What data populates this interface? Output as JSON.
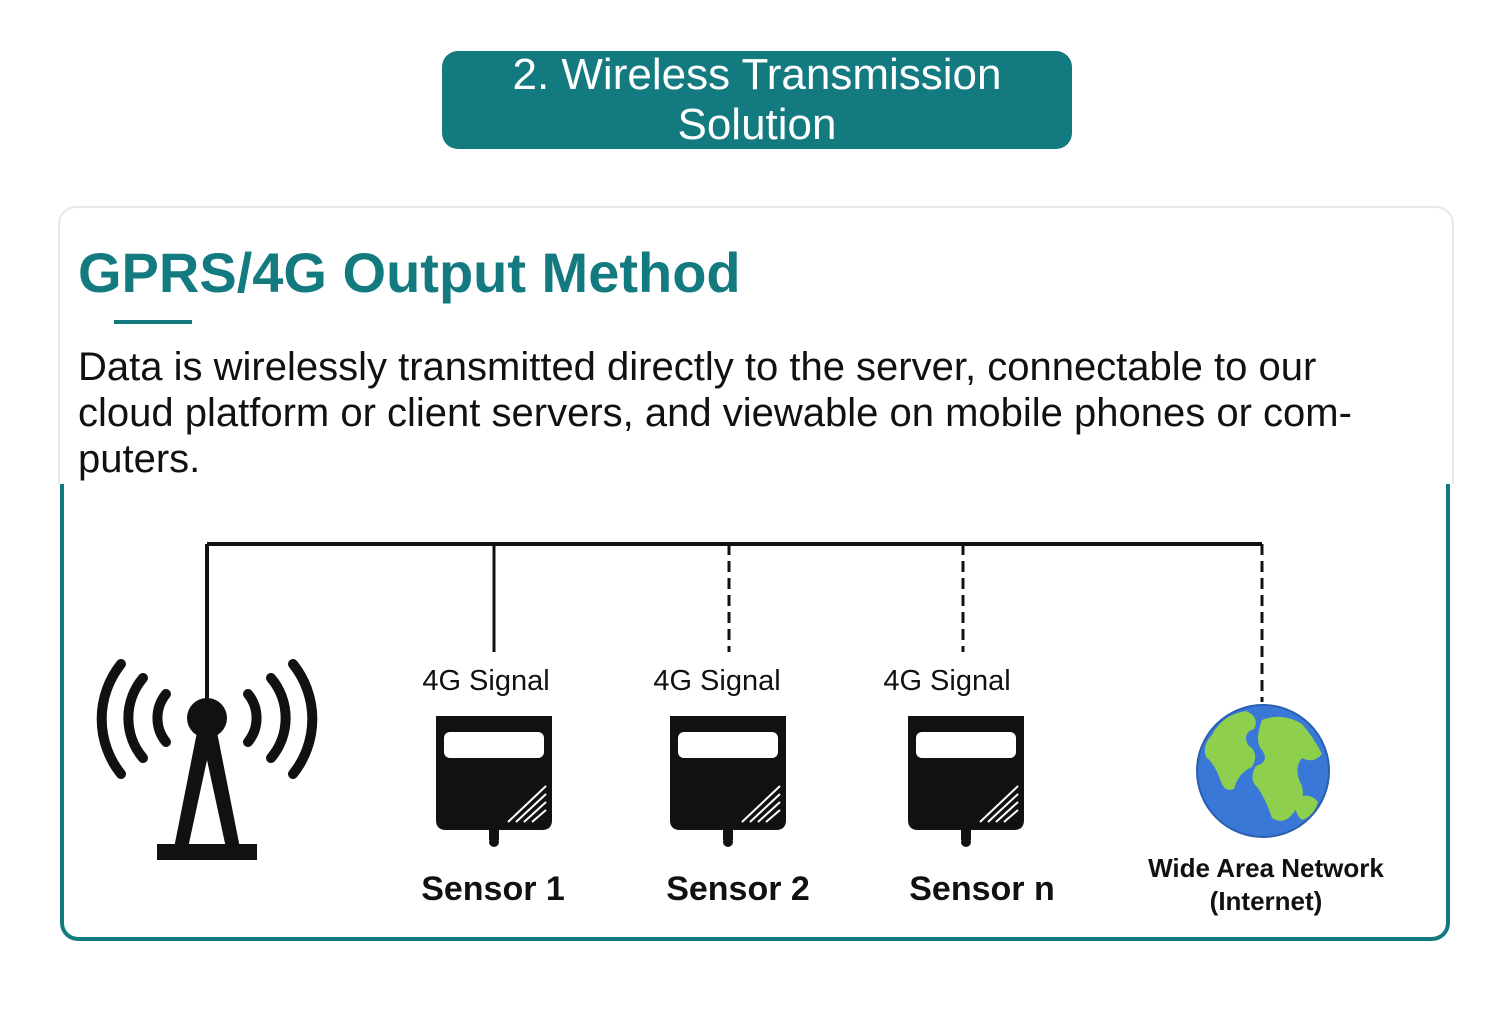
{
  "banner": {
    "title": "2. Wireless Transmission Solution"
  },
  "card": {
    "heading": "GPRS/4G Output Method",
    "description": "Data is wirelessly transmitted directly to the server, connectable to our cloud platform or client servers, and viewable on mobile phones or com- puters."
  },
  "diagram": {
    "sensors": [
      {
        "signal_label": "4G Signal",
        "name": "Sensor 1",
        "link": "solid"
      },
      {
        "signal_label": "4G Signal",
        "name": "Sensor 2",
        "link": "dashed"
      },
      {
        "signal_label": "4G Signal",
        "name": "Sensor n",
        "link": "dashed"
      }
    ],
    "network": {
      "label_line1": "Wide Area Network",
      "label_line2": "(Internet)",
      "link": "dashed"
    },
    "icons": [
      "cell-tower-icon",
      "sensor-device-icon",
      "globe-icon"
    ],
    "colors": {
      "accent": "#137a80",
      "globe_ocean": "#3a78d8",
      "globe_land": "#8ed04e"
    }
  }
}
